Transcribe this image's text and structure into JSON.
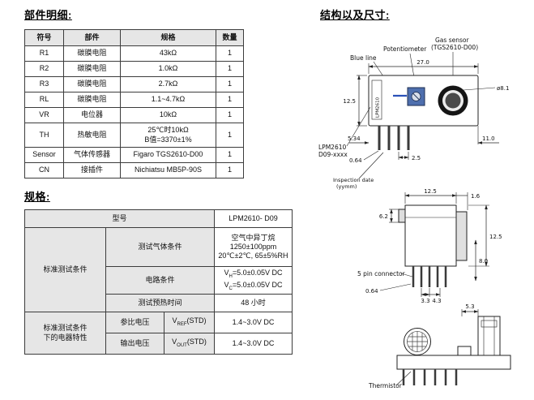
{
  "titles": {
    "parts": "部件明细:",
    "specs": "规格:",
    "structure": "结构以及尺寸:"
  },
  "parts_table": {
    "headers": [
      "符号",
      "部件",
      "规格",
      "数量"
    ],
    "rows": [
      {
        "symbol": "R1",
        "part": "碳膜电阻",
        "spec": "43kΩ",
        "qty": "1"
      },
      {
        "symbol": "R2",
        "part": "碳膜电阻",
        "spec": "1.0kΩ",
        "qty": "1"
      },
      {
        "symbol": "R3",
        "part": "碳膜电阻",
        "spec": "2.7kΩ",
        "qty": "1"
      },
      {
        "symbol": "RL",
        "part": "碳膜电阻",
        "spec": "1.1~4.7kΩ",
        "qty": "1"
      },
      {
        "symbol": "VR",
        "part": "电位器",
        "spec": "10kΩ",
        "qty": "1"
      },
      {
        "symbol": "TH",
        "part": "热敏电阻",
        "spec": "25℃时10kΩ\nB值=3370±1%",
        "qty": "1"
      },
      {
        "symbol": "Sensor",
        "part": "气体传感器",
        "spec": "Figaro TGS2610-D00",
        "qty": "1"
      },
      {
        "symbol": "CN",
        "part": "接插件",
        "spec": "Nichiatsu MB5P-90S",
        "qty": "1"
      }
    ]
  },
  "spec_table": {
    "model_label": "型号",
    "model_value": "LPM2610- D09",
    "group1_label": "标准测试条件",
    "rows1": [
      {
        "label": "测试气体条件",
        "value": "空气中异丁烷\n1250±100ppm\n20℃±2℃, 65±5%RH"
      },
      {
        "label": "电路条件"
      },
      {
        "label": "测试预热时间",
        "value": "48 小时"
      }
    ],
    "circuit": {
      "l1_pre": "V",
      "l1_sub": "H",
      "l1_post": "=5.0±0.05V DC",
      "l2_pre": "V",
      "l2_sub": "C",
      "l2_post": "=5.0±0.05V DC"
    },
    "group2_label": "标准测试条件\n下的电器特性",
    "rows2": [
      {
        "label": "参比电压",
        "sym_pre": "V",
        "sym_sub": "REF",
        "sym_post": "(STD)",
        "value": "1.4~3.0V DC"
      },
      {
        "label": "输出电压",
        "sym_pre": "V",
        "sym_sub": "OUT",
        "sym_post": "(STD)",
        "value": "1.4~3.0V DC"
      }
    ]
  },
  "drawing": {
    "labels": {
      "potentiometer": "Potentiometer",
      "gas_sensor_1": "Gas sensor",
      "gas_sensor_2": "(TGS2610-D00)",
      "blue_line": "Blue line",
      "board_marking": "LPM2610",
      "model_1": "LPM2610",
      "model_2": "D09-xxxx",
      "inspection_1": "Inspection date",
      "inspection_2": "(yymm)",
      "five_pin": "5 pin connector",
      "thermistor": "Thermistor"
    },
    "dims": {
      "w27": "27.0",
      "h125": "12.5",
      "dia81": "ø8.1",
      "d534": "5.34",
      "d110": "11.0",
      "pin064_top": "0.64",
      "pitch25": "2.5",
      "w125": "12.5",
      "w16": "1.6",
      "h62": "6.2",
      "h125b": "12.5",
      "h80": "8.0",
      "pin064_side": "0.64",
      "p33": "3.3",
      "p43": "4.3",
      "d53": "5.3"
    }
  }
}
